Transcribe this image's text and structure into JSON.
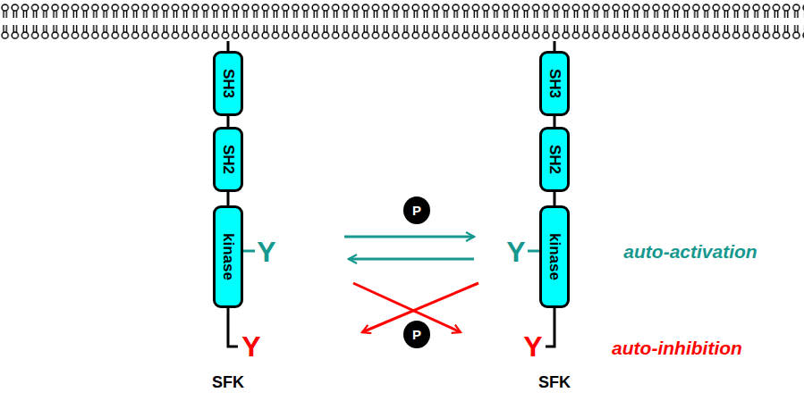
{
  "diagram": {
    "nodes": [
      {
        "text": [
          "SH3"
        ]
      },
      {
        "text": [
          "SH2"
        ]
      },
      {
        "text": [
          "kinase"
        ]
      },
      {
        "text": [
          "P"
        ]
      },
      {
        "text": [
          "P"
        ]
      },
      {
        "text": [
          "SH3"
        ]
      },
      {
        "text": [
          "SH2"
        ]
      },
      {
        "text": [
          "kinase"
        ]
      }
    ],
    "edges": [
      {
        "from": 2,
        "to": 7,
        "arrow": "to"
      },
      {
        "from": 7,
        "to": 2,
        "arrow": "to"
      }
    ],
    "labels": [
      "Y",
      "Y",
      "SFK",
      "Y",
      "auto-activation",
      "Y",
      "auto-inhibition",
      "SFK"
    ]
  }
}
